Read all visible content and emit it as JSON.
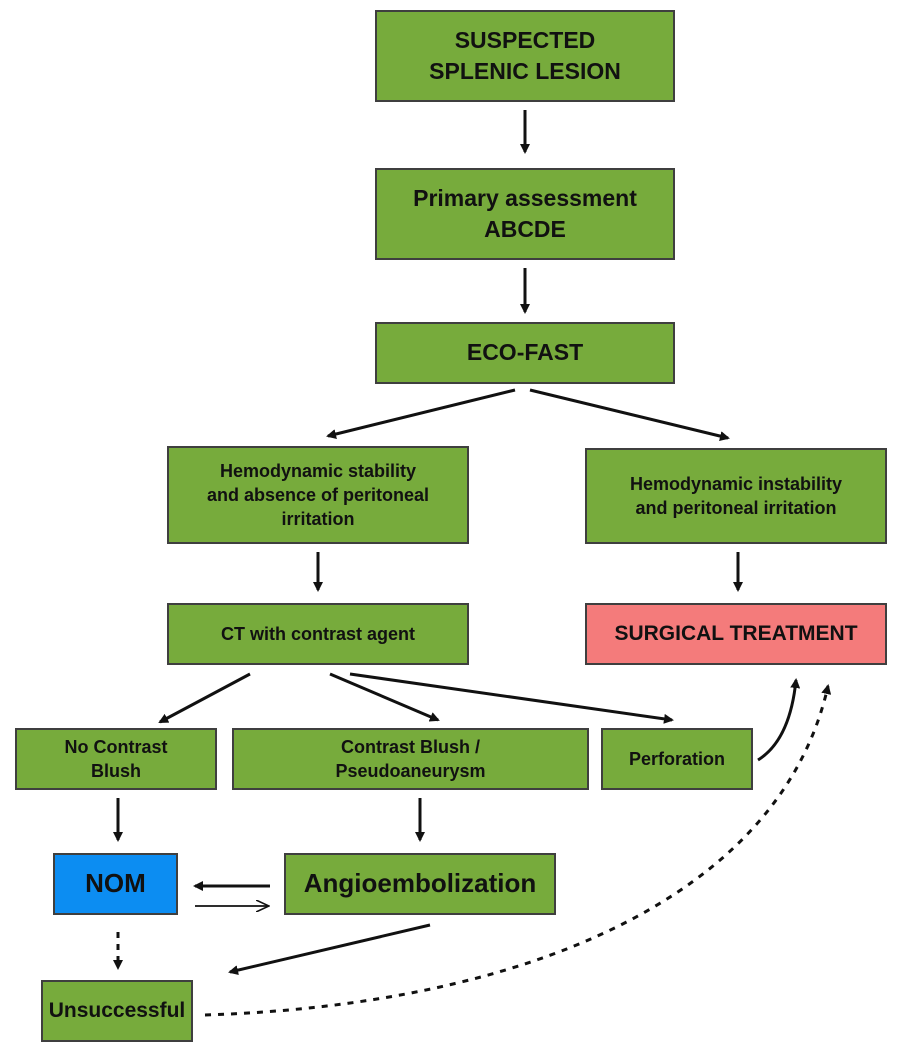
{
  "colors": {
    "box_fill": "#77ab3c",
    "surgical_fill": "#f47b7b",
    "nom_fill": "#0c8df2",
    "border": "#3f3f3f",
    "arrow": "#111111"
  },
  "nodes": {
    "suspected": "SUSPECTED\nSPLENIC LESION",
    "primary": "Primary assessment\nABCDE",
    "ecofast": "ECO-FAST",
    "stable": "Hemodynamic stability\nand absence of peritoneal\nirritation",
    "unstable": "Hemodynamic instability\nand peritoneal irritation",
    "ct": "CT with contrast agent",
    "surgical": "SURGICAL TREATMENT",
    "no_blush": "No Contrast\nBlush",
    "blush": "Contrast Blush /\nPseudoaneurysm",
    "perforation": "Perforation",
    "nom": "NOM",
    "angio": "Angioembolization",
    "unsuccessful": "Unsuccessful"
  }
}
